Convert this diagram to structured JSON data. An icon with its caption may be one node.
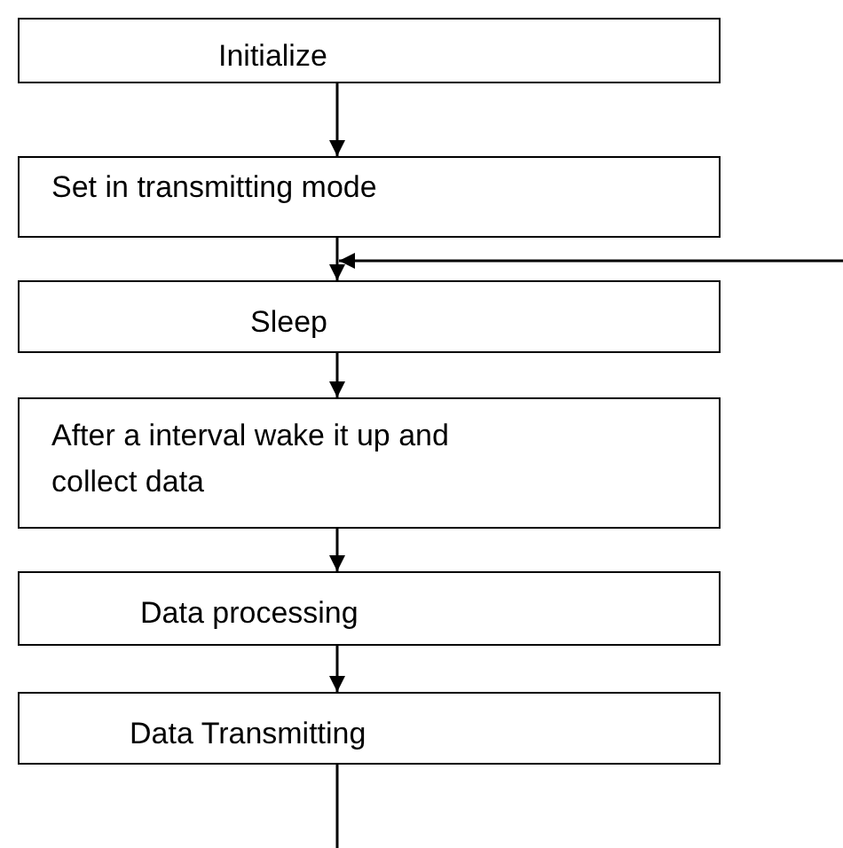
{
  "diagram": {
    "nodes": [
      {
        "text": [
          "Initialize"
        ]
      },
      {
        "text": [
          "Set in transmitting mode"
        ]
      },
      {
        "text": [
          "Sleep"
        ]
      },
      {
        "text": [
          "After a interval wake it up and collect data"
        ]
      },
      {
        "text": [
          "Data processing"
        ]
      },
      {
        "text": [
          "Data Transmitting"
        ]
      }
    ],
    "edges": [
      {
        "from": 0,
        "to": 1,
        "arrow": "to"
      },
      {
        "from": 1,
        "to": 2,
        "arrow": "to"
      },
      {
        "from": 2,
        "to": 3,
        "arrow": "to"
      },
      {
        "from": 3,
        "to": 4,
        "arrow": "to"
      },
      {
        "from": 4,
        "to": 5,
        "arrow": "to"
      },
      {
        "from": 5,
        "to": null,
        "arrow": "none"
      },
      {
        "from": null,
        "to": 2,
        "arrow": "to"
      }
    ]
  }
}
